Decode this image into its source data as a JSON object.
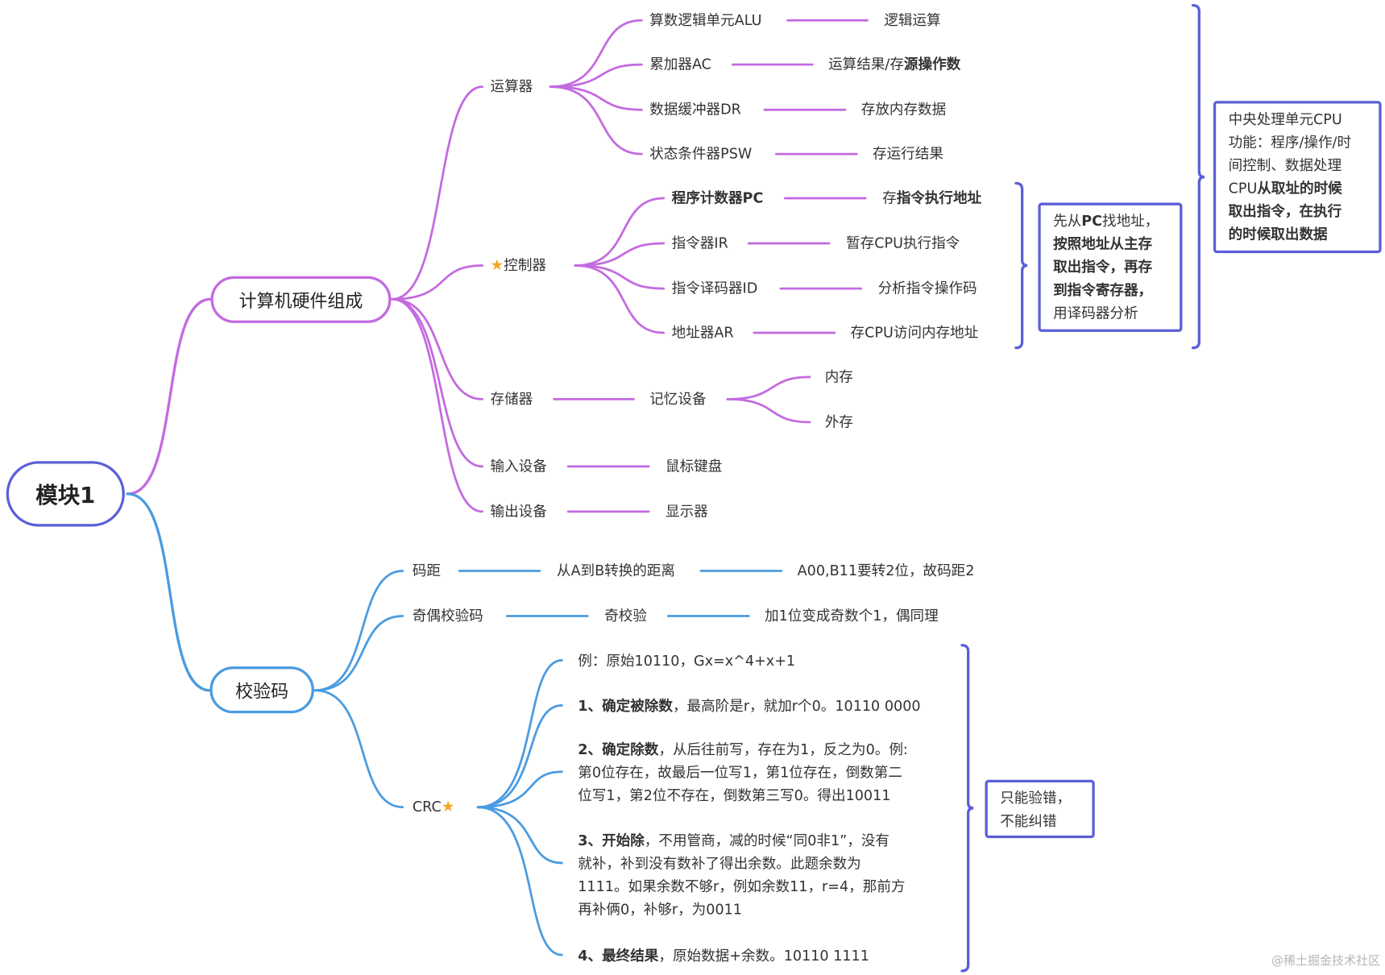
{
  "root": "模块1",
  "hardware": {
    "title": "计算机硬件组成",
    "alu_group": {
      "label": "运算器",
      "items": [
        {
          "name": "算数逻辑单元ALU",
          "desc": "逻辑运算"
        },
        {
          "name": "累加器AC",
          "desc_plain": "运算结果/存",
          "desc_bold": "源操作数"
        },
        {
          "name": "数据缓冲器DR",
          "desc": "存放内存数据"
        },
        {
          "name": "状态条件器PSW",
          "desc": "存运行结果"
        }
      ]
    },
    "control_group": {
      "star": "★",
      "label": "控制器",
      "items": [
        {
          "name": "程序计数器PC",
          "desc_plain": "存",
          "desc_bold": "指令执行地址"
        },
        {
          "name": "指令器IR",
          "desc": "暂存CPU执行指令"
        },
        {
          "name": "指令译码器ID",
          "desc": "分析指令操作码"
        },
        {
          "name": "地址器AR",
          "desc": "存CPU访问内存地址"
        }
      ],
      "note": {
        "line1_plain_a": "先从",
        "line1_bold": "PC",
        "line1_plain_b": "找地址，",
        "line2": "按照地址从主存",
        "line3": "取出指令，再存",
        "line4": "到指令寄存器，",
        "line5": "用译码器分析"
      }
    },
    "cpu_note": {
      "line1": "中央处理单元CPU",
      "line2": "功能：程序/操作/时",
      "line3": "间控制、数据处理",
      "line4_plain": "CPU",
      "line4_bold": "从取址的时候",
      "line5": "取出指令，在执行",
      "line6": "的时候取出数据"
    },
    "storage": {
      "label": "存储器",
      "mid": "记忆设备",
      "items": [
        "内存",
        "外存"
      ]
    },
    "input": {
      "label": "输入设备",
      "desc": "鼠标键盘"
    },
    "output": {
      "label": "输出设备",
      "desc": "显示器"
    }
  },
  "checkcode": {
    "title": "校验码",
    "distance": {
      "label": "码距",
      "mid": "从A到B转换的距离",
      "desc": "A00,B11要转2位，故码距2"
    },
    "parity": {
      "label": "奇偶校验码",
      "mid": "奇校验",
      "desc": "加1位变成奇数个1，偶同理"
    },
    "crc": {
      "label": "CRC",
      "star": "★",
      "example": "例：原始10110，Gx=x^4+x+1",
      "step1_num": "1、",
      "step1_bold": "确定被除数",
      "step1_rest": "，最高阶是r，就加r个0。10110 0000",
      "step2_num": "2、",
      "step2_bold": "确定除数",
      "step2_rest": "，从后往前写，存在为1，反之为0。例:",
      "step2_l2": "第0位存在，故最后一位写1，第1位存在，倒数第二",
      "step2_l3": "位写1，第2位不存在，倒数第三写0。得出10011",
      "step3_num": "3、",
      "step3_bold": "开始除",
      "step3_rest": "，不用管商，减的时候“同0非1”，没有",
      "step3_l2": "就补，补到没有数补了得出余数。此题余数为",
      "step3_l3": "1111。如果余数不够r，例如余数11，r=4，那前方",
      "step3_l4": "再补俩0，补够r，为0011",
      "step4_num": "4、",
      "step4_bold": "最终结果",
      "step4_rest": "，原始数据+余数。10110 1111",
      "note_l1": "只能验错，",
      "note_l2": "不能纠错"
    }
  },
  "watermark": "@稀土掘金技术社区",
  "colors": {
    "purple": "#c36ae0",
    "blue": "#4a9be0",
    "frame": "#5b5fd6",
    "star": "#f5a623"
  }
}
